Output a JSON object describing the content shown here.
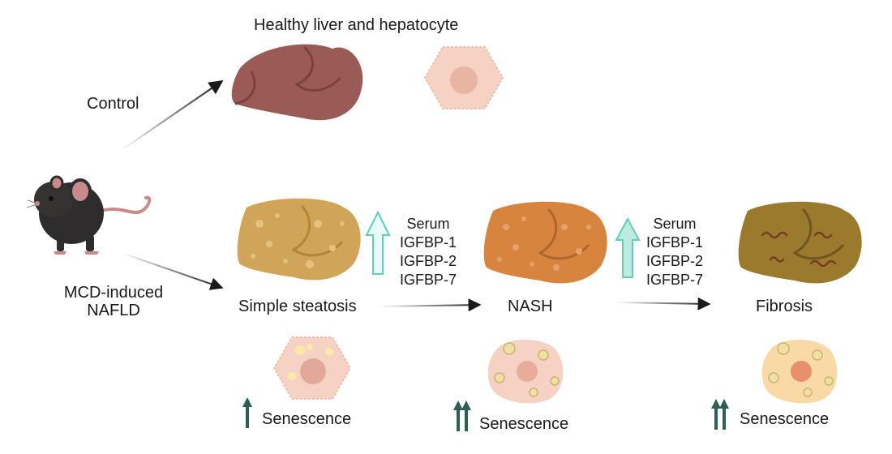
{
  "labels": {
    "healthy": "Healthy liver and hepatocyte",
    "control": "Control",
    "model_line1": "MCD-induced",
    "model_line2": "NAFLD",
    "steatosis": "Simple steatosis",
    "nash": "NASH",
    "fibrosis": "Fibrosis"
  },
  "serum_markers": [
    {
      "title": "Serum",
      "items": [
        "IGFBP-1",
        "IGFBP-2",
        "IGFBP-7"
      ]
    },
    {
      "title": "Serum",
      "items": [
        "IGFBP-1",
        "IGFBP-2",
        "IGFBP-7"
      ]
    }
  ],
  "senescence": [
    {
      "label": "Senescence",
      "arrows": 1
    },
    {
      "label": "Senescence",
      "arrows": 2
    },
    {
      "label": "Senescence",
      "arrows": 2
    }
  ],
  "colors": {
    "healthy_liver": "#9a5a55",
    "steatosis_liver": "#d0a55a",
    "nash_liver": "#d6843e",
    "fibrosis_liver": "#9a7a2c",
    "hepatocyte": "#f6d2c4",
    "serum_arrow": "#5fcfb8",
    "senescence_arrow": "#2c5e54"
  }
}
